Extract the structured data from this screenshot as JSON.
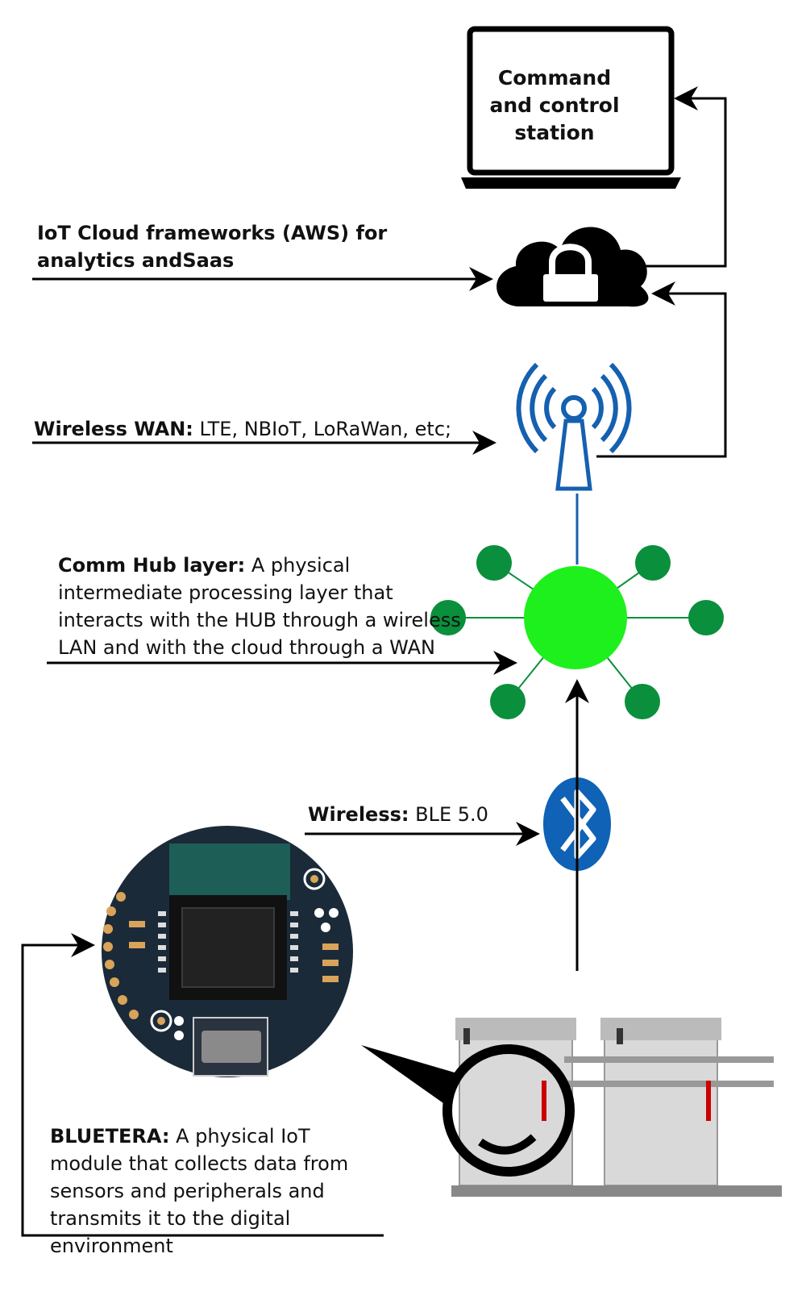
{
  "station": {
    "title": "Command and control station"
  },
  "layers": {
    "cloud": {
      "title": "IoT Cloud frameworks (AWS) for analytics andSaas"
    },
    "wan": {
      "title": "Wireless WAN:",
      "text": "LTE, NBIoT, LoRaWan, etc;"
    },
    "hub": {
      "title": "Comm Hub layer:",
      "text": "A physical intermediate processing layer that interacts with the HUB through a wireless LAN and with the cloud through a WAN"
    },
    "ble": {
      "title": "Wireless:",
      "text": "BLE 5.0"
    },
    "module": {
      "title": "BLUETERA:",
      "text": "A physical IoT module that collects data from sensors and peripherals and transmits it to the digital environment"
    }
  },
  "icons": [
    "laptop-icon",
    "cloud-lock-icon",
    "antenna-tower-icon",
    "hub-network-icon",
    "bluetooth-icon",
    "circuit-board-icon",
    "machine-icon"
  ],
  "colors": {
    "hub_center": "#1ef01e",
    "hub_nodes": "#0a8f3c",
    "antenna": "#1560b0",
    "bluetooth": "#0f62b5",
    "pcb": "#1b2a38"
  }
}
